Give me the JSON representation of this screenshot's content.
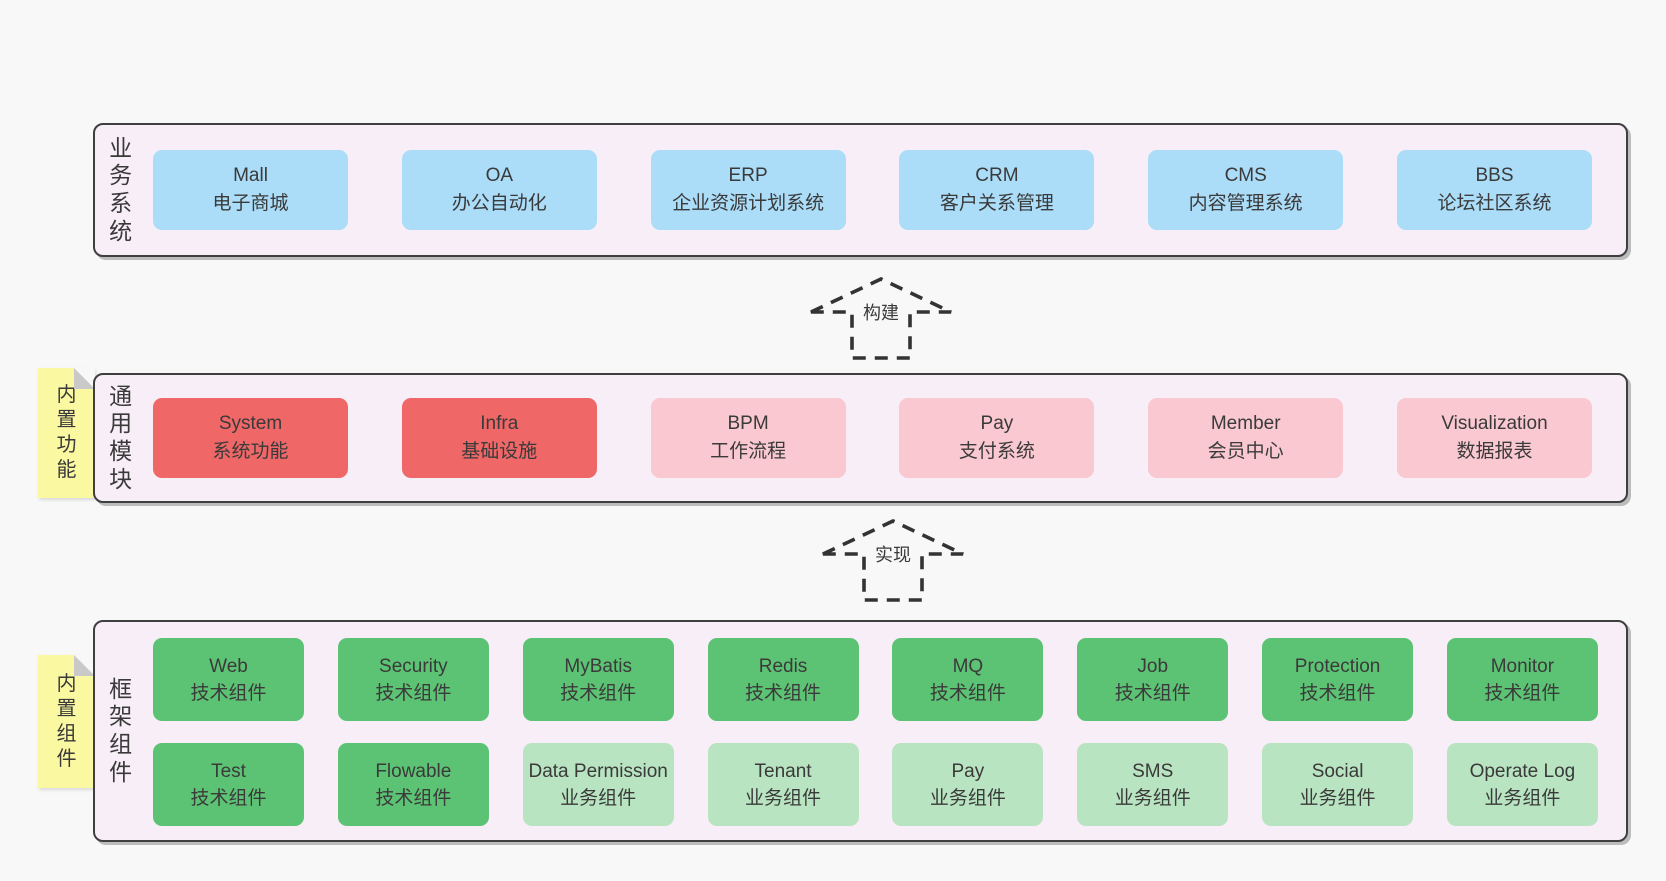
{
  "colors": {
    "background": "#f8f8f8",
    "panel_fill": "#f8eef7",
    "panel_border": "#3f3f3f",
    "blue_box": "#abdcf8",
    "red_box": "#ef6767",
    "pink_box": "#f9c8d0",
    "green_box": "#5dc374",
    "light_green_box": "#b9e4c1",
    "note_yellow": "#fbf8a2"
  },
  "sections": [
    {
      "label": "业务系统",
      "boxes": [
        {
          "name": "Mall",
          "desc": "电子商城"
        },
        {
          "name": "OA",
          "desc": "办公自动化"
        },
        {
          "name": "ERP",
          "desc": "企业资源计划系统"
        },
        {
          "name": "CRM",
          "desc": "客户关系管理"
        },
        {
          "name": "CMS",
          "desc": "内容管理系统"
        },
        {
          "name": "BBS",
          "desc": "论坛社区系统"
        }
      ]
    },
    {
      "label": "通用模块",
      "note": "内置功能",
      "boxes": [
        {
          "name": "System",
          "desc": "系统功能"
        },
        {
          "name": "Infra",
          "desc": "基础设施"
        },
        {
          "name": "BPM",
          "desc": "工作流程"
        },
        {
          "name": "Pay",
          "desc": "支付系统"
        },
        {
          "name": "Member",
          "desc": "会员中心"
        },
        {
          "name": "Visualization",
          "desc": "数据报表"
        }
      ]
    },
    {
      "label": "框架组件",
      "note": "内置组件",
      "rows": [
        [
          {
            "name": "Web",
            "desc": "技术组件"
          },
          {
            "name": "Security",
            "desc": "技术组件"
          },
          {
            "name": "MyBatis",
            "desc": "技术组件"
          },
          {
            "name": "Redis",
            "desc": "技术组件"
          },
          {
            "name": "MQ",
            "desc": "技术组件"
          },
          {
            "name": "Job",
            "desc": "技术组件"
          },
          {
            "name": "Protection",
            "desc": "技术组件"
          },
          {
            "name": "Monitor",
            "desc": "技术组件"
          }
        ],
        [
          {
            "name": "Test",
            "desc": "技术组件"
          },
          {
            "name": "Flowable",
            "desc": "技术组件"
          },
          {
            "name": "Data Permission",
            "desc": "业务组件"
          },
          {
            "name": "Tenant",
            "desc": "业务组件"
          },
          {
            "name": "Pay",
            "desc": "业务组件"
          },
          {
            "name": "SMS",
            "desc": "业务组件"
          },
          {
            "name": "Social",
            "desc": "业务组件"
          },
          {
            "name": "Operate Log",
            "desc": "业务组件"
          }
        ]
      ]
    }
  ],
  "arrows": [
    {
      "label": "构建"
    },
    {
      "label": "实现"
    }
  ]
}
